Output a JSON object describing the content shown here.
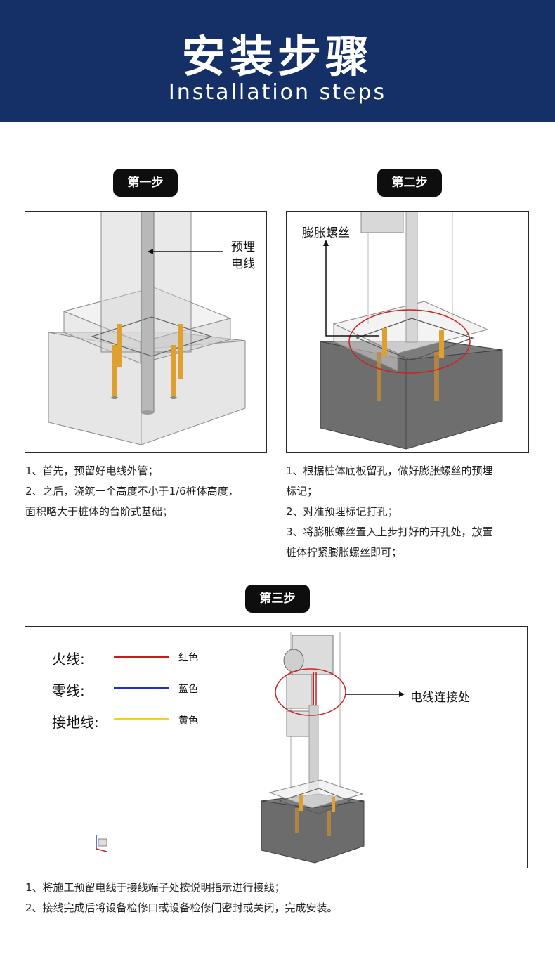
{
  "header": {
    "title": "安装步骤",
    "subtitle": "Installation steps"
  },
  "step1": {
    "badge": "第一步",
    "callout_line1": "预埋",
    "callout_line2": "电线",
    "lines": [
      "1、首先，预留好电线外管；",
      "2、之后，浇筑一个高度不小于1/6桩体高度，",
      "面积略大于桩体的台阶式基础；"
    ]
  },
  "step2": {
    "badge": "第二步",
    "callout": "膨胀螺丝",
    "lines": [
      "1、根据桩体底板留孔，做好膨胀螺丝的预埋",
      "标记；",
      "2、对准预埋标记打孔；",
      "3、将膨胀螺丝置入上步打好的开孔处，放置",
      "桩体拧紧膨胀螺丝即可；"
    ]
  },
  "step3": {
    "badge": "第三步",
    "callout": "电线连接处",
    "legend": [
      {
        "name": "火线:",
        "color_label": "红色",
        "color": "#cc1a1a"
      },
      {
        "name": "零线:",
        "color_label": "蓝色",
        "color": "#1a2fcc"
      },
      {
        "name": "接地线:",
        "color_label": "黄色",
        "color": "#f2d21a"
      }
    ],
    "lines": [
      "1、将施工预留电线于接线端子处按说明指示进行接线；",
      "2、接线完成后将设备检修口或设备检修门密封或关闭，完成安装。"
    ]
  },
  "colors": {
    "header_bg": "#143066",
    "badge_bg": "#0e0e0e",
    "bolt": "#e0a030",
    "highlight_circle": "#cc2222"
  }
}
